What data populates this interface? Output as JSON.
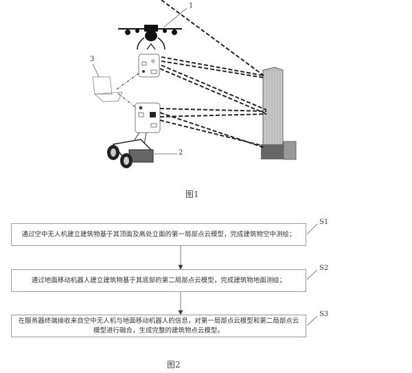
{
  "figure1": {
    "caption": "图1",
    "labels": {
      "drone": "1",
      "ground_robot": "2",
      "server_laptop": "3"
    }
  },
  "figure2": {
    "caption": "图2",
    "steps": [
      {
        "id": "S1",
        "text": "通过空中无人机建立建筑物基于其顶面及高处立面的第一局部点云模型，完成建筑物空中测绘；"
      },
      {
        "id": "S2",
        "text": "通过地面移动机器人建立建筑物基于其底部的第二局部点云模型，完成建筑物地面测绘；"
      },
      {
        "id": "S3",
        "text": "在服务器终端接收来自空中无人机与地面移动机器人的信息，对第一局部点云模型和第二局部点云模型进行融合，生成完整的建筑物点云模型。"
      }
    ]
  }
}
